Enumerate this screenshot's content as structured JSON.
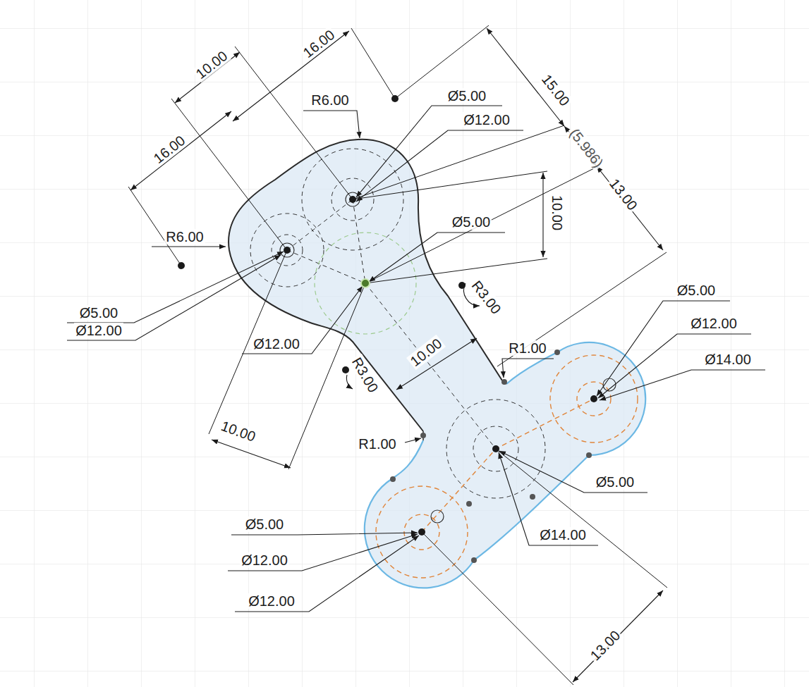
{
  "diagram": {
    "labels": [
      "10.00",
      "16.00",
      "15.00",
      "R6.00",
      "Ø5.00",
      "Ø12.00",
      "16.00",
      "(5.986)",
      "13.00",
      "10.00",
      "R6.00",
      "Ø5.00",
      "R3.00",
      "Ø5.00",
      "Ø12.00",
      "Ø12.00",
      "10.00",
      "R1.00",
      "R3.00",
      "Ø5.00",
      "Ø12.00",
      "Ø14.00",
      "R1.00",
      "10.00",
      "Ø5.00",
      "Ø5.00",
      "Ø12.00",
      "Ø12.00",
      "Ø14.00",
      "13.00"
    ]
  }
}
